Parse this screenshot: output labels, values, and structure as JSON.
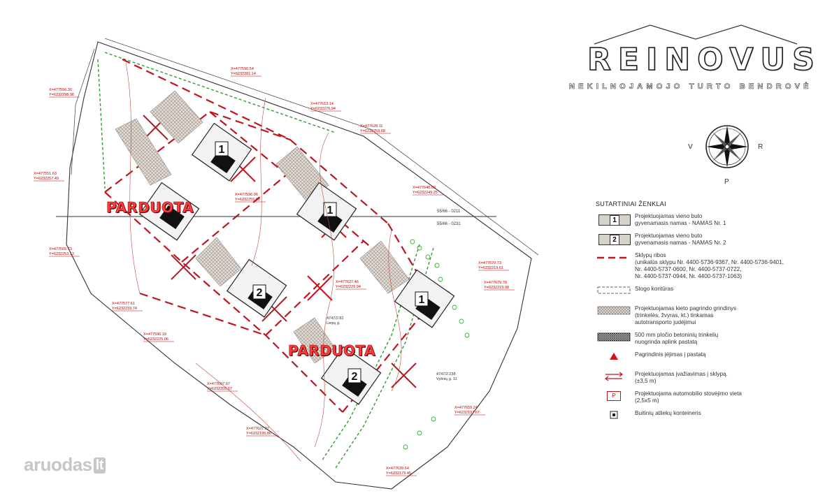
{
  "brand": {
    "name": "REINOVUS",
    "subtitle": "NEKILNOJAMOJO TURTO BENDROVĖ"
  },
  "compass": {
    "west": "V",
    "east": "R",
    "south": "P"
  },
  "legend": {
    "title": "SUTARTINIAI ŽENKLAI",
    "items": [
      {
        "symbol": "1",
        "text": "Projektuojamas vieno buto\ngyvenamasis namas - NAMAS Nr. 1"
      },
      {
        "symbol": "2",
        "text": "Projektuojamas vieno buto\ngyvenamasis namas - NAMAS Nr. 2"
      },
      {
        "symbol": "plot-boundary",
        "text": "Sklypų ribos\n(unikalūs sklypu Nr. 4400-5736-9367, Nr. 4400-5736-9401,\nNr. 4400-5737-0600, Nr. 4400-5737-0722,\nNr. 4400-5737-0944, Nr. 4400-5737-1063)"
      },
      {
        "symbol": "roof-contour",
        "text": "Stogo kontūras"
      },
      {
        "symbol": "hard-paving",
        "text": "Projektuojamas kieto pagrindo grindinys\n(trinkelės, žvyras, kt.) tinkamas\nautotransporto judėjimui"
      },
      {
        "symbol": "concrete-paving",
        "text": "500 mm pločio betoninių trinkelių\nnuogrinda aplink pastatą"
      },
      {
        "symbol": "main-entrance",
        "text": "Pagrindinis įėjimas į pastatą"
      },
      {
        "symbol": "driveway",
        "text": "Projektuojamas įvažiavimas į sklypą.\n(±3,5 m)"
      },
      {
        "symbol": "P",
        "text": "Projektuojama automobilio stovėjimo vieta\n(2,5x5 m)"
      },
      {
        "symbol": "waste-container",
        "text": "Buitinių atliekų konteineris"
      }
    ]
  },
  "plan": {
    "sold_labels": [
      "PARDUOTA",
      "PARDUOTA"
    ],
    "houses": [
      "1",
      "1",
      "1",
      "2",
      "2"
    ],
    "cadastral": [
      "55/66 - 0211",
      "55/66 - 0231"
    ],
    "plot_labels": [
      "4747/2:82\nLiepų g.",
      "4747/2:238\nVyšnių g. 11"
    ],
    "coords": [
      "X=477556.30\nY=6232298.98",
      "X=477590.54\nY=6232281.14",
      "X=477613.14\nY=6232276.94",
      "X=477628.11\nY=6232259.68",
      "X=477551.63\nY=6232257.49",
      "X=477596.96\nY=6232255.03",
      "X=477648.00\nY=6232249.25",
      "X=477565.73\nY=6232253.13",
      "X=477627.46\nY=6232226.94",
      "X=477670.73\nY=6232219.61",
      "X=477679.78\nY=6232219.98",
      "X=477577.61\nY=6232233.74",
      "X=477596.19\nY=6232225.06",
      "X=477607.97\nY=6232205.67",
      "X=477659.24\nY=6232197.67",
      "X=477627.97\nY=6232195.80",
      "X=477639.64\nY=6232179.45"
    ]
  },
  "watermark": {
    "text": "aruodas",
    "suffix": "lt"
  }
}
